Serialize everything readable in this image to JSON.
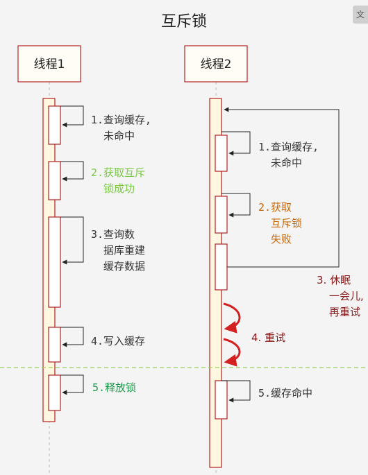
{
  "title": "互斥锁",
  "corner_icon": "translate-icon",
  "threads": [
    {
      "label": "线程1"
    },
    {
      "label": "线程2"
    }
  ],
  "thread1_steps": [
    {
      "lines": [
        "1.查询缓存,",
        "未命中"
      ],
      "color": "#333333"
    },
    {
      "lines": [
        "2.获取互斥",
        "锁成功"
      ],
      "color": "#7ac943"
    },
    {
      "lines": [
        "3.查询数",
        "据库重建",
        "缓存数据"
      ],
      "color": "#333333"
    },
    {
      "lines": [
        "4.写入缓存"
      ],
      "color": "#333333"
    },
    {
      "lines": [
        "5.释放锁"
      ],
      "color": "#1a9a4a"
    }
  ],
  "thread2_steps": [
    {
      "lines": [
        "1.查询缓存,",
        "未命中"
      ],
      "color": "#333333"
    },
    {
      "lines": [
        "2.获取",
        "互斥锁",
        "失败"
      ],
      "color": "#c8680a"
    },
    {
      "lines": [
        "3. 休眠",
        "一会儿,",
        "再重试"
      ],
      "color": "#8b1a1a"
    },
    {
      "lines": [
        "4. 重试"
      ],
      "color": "#8b1a1a"
    },
    {
      "lines": [
        "5.缓存命中"
      ],
      "color": "#333333"
    }
  ],
  "colors": {
    "lifeline_fill": "#fff7e0",
    "header_border": "#b22222",
    "retry_arrow": "#d42020",
    "divider": "#9acd5a"
  }
}
